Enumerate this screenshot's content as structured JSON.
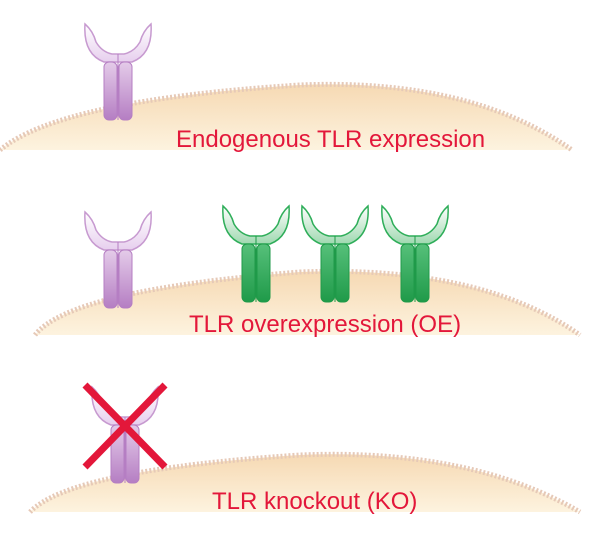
{
  "labels": {
    "endogenous": "Endogenous TLR expression",
    "overexpression": "TLR overexpression (OE)",
    "knockout": "TLR knockout (KO)"
  },
  "colors": {
    "text": "#e3173a",
    "membrane_fill": "#fbe7c0",
    "membrane_edge": "#e6c9b7",
    "endogenous_receptor": "#c79ad0",
    "overexpressed_receptor": "#2fae5a",
    "knockout_cross": "#e3173a"
  },
  "icons": {
    "receptor": "tlr-receptor-icon",
    "cross": "cross-icon"
  }
}
